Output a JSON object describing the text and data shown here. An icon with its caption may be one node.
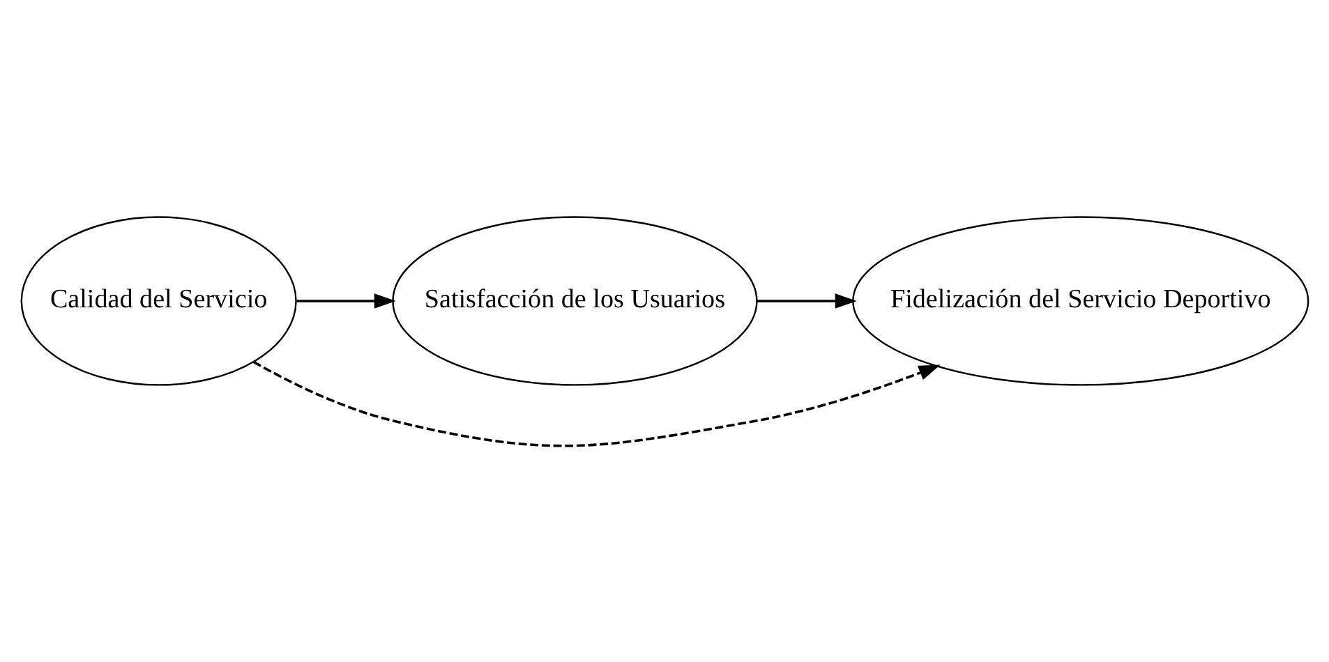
{
  "diagram": {
    "nodes": [
      {
        "text": [
          "Satisfacción de los Usuarios"
        ]
      },
      {
        "text": [
          "Calidad del Servicio"
        ]
      },
      {
        "text": [
          "Fidelización del Servicio Deportivo"
        ]
      }
    ],
    "edges": [
      {
        "from": 1,
        "to": 0,
        "arrow": "to"
      },
      {
        "from": 0,
        "to": 2,
        "arrow": "to"
      },
      {
        "from": 1,
        "to": 2,
        "arrow": "to",
        "style": "dashed"
      }
    ]
  }
}
